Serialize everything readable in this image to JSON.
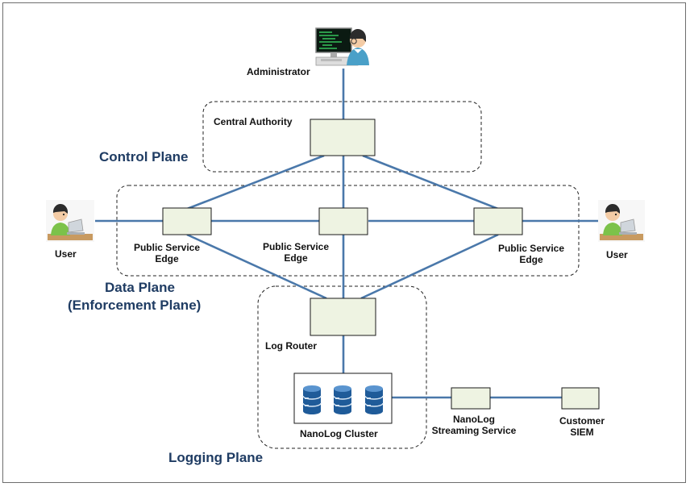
{
  "planes": {
    "control": "Control Plane",
    "data_line1": "Data Plane",
    "data_line2": "(Enforcement Plane)",
    "logging": "Logging Plane"
  },
  "nodes": {
    "administrator": "Administrator",
    "central_authority": "Central Authority",
    "pse_left_1": "Public Service",
    "pse_left_2": "Edge",
    "pse_mid_1": "Public Service",
    "pse_mid_2": "Edge",
    "pse_right_1": "Public Service",
    "pse_right_2": "Edge",
    "user_left": "User",
    "user_right": "User",
    "log_router": "Log Router",
    "nanolog_cluster": "NanoLog Cluster",
    "nanolog_streaming_1": "NanoLog",
    "nanolog_streaming_2": "Streaming Service",
    "siem_1": "Customer",
    "siem_2": "SIEM"
  },
  "colors": {
    "link": "#4a78aa",
    "node_fill": "#eef3e2",
    "plane_text": "#1f3c63"
  },
  "icons": {
    "admin": "administrator-at-computer-icon",
    "user": "user-at-laptop-icon",
    "database": "database-server-icon"
  }
}
